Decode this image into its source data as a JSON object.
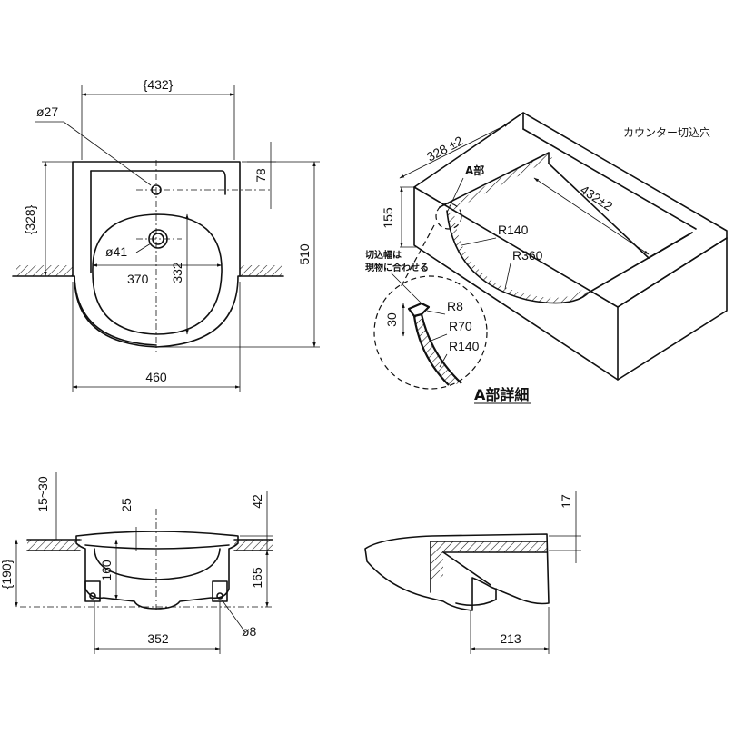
{
  "top_view": {
    "overall_width": "{432}",
    "hole_diameter": "ø27",
    "mount_depth": "{328}",
    "hole_offset": "78",
    "total_depth": "510",
    "drain_diameter": "ø41",
    "bowl_width": "370",
    "bowl_depth": "332",
    "front_width": "460"
  },
  "iso_view": {
    "counter_cutout_label": "カウンター切込穴",
    "width_tol": "328 ±2",
    "detail_ref": "A部",
    "length_tol": "432±2",
    "height": "155",
    "radius_main": "R140",
    "radius_arc": "R360"
  },
  "detail_view": {
    "note_line1": "切込幅は",
    "note_line2": "現物に合わせる",
    "radius_small": "R8",
    "height": "30",
    "radius_mid": "R70",
    "radius_large": "R140",
    "title": "A部詳細"
  },
  "front_view": {
    "gap_range": "15~30",
    "rim_drop": "25",
    "rim_height": "42",
    "overall_height": "{190}",
    "body_height": "160",
    "under_height": "165",
    "bracket_span": "352",
    "bolt_diameter": "ø8"
  },
  "side_view": {
    "rim_height": "17",
    "rear_depth": "213"
  }
}
